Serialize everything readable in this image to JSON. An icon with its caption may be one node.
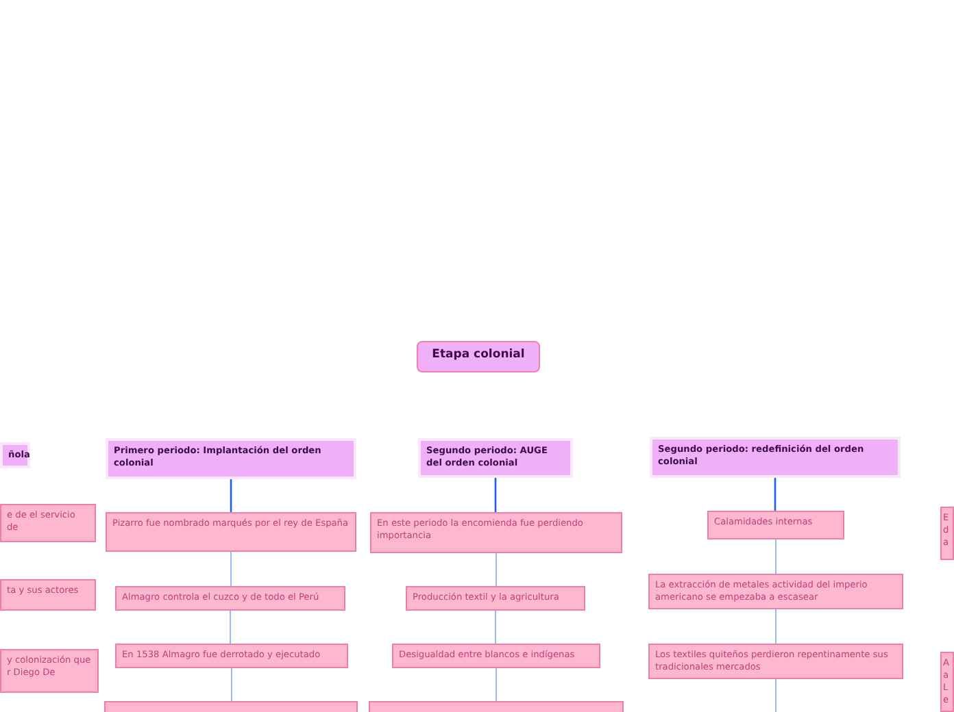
{
  "diagram": {
    "nodes": [
      {
        "text": [
          "Etapa colonial"
        ]
      },
      {
        "text": [
          "ñola"
        ]
      },
      {
        "text": [
          "e de el servicio de"
        ]
      },
      {
        "text": [
          "ta y sus actores"
        ]
      },
      {
        "text": [
          "y colonización que r Diego De"
        ]
      },
      {
        "text": [
          "Primero periodo: Implantación del orden colonial"
        ]
      },
      {
        "text": [
          "Pizarro fue nombrado marqués por el rey de España"
        ]
      },
      {
        "text": [
          "Almagro controla el cuzco y de todo el Perú"
        ]
      },
      {
        "text": [
          "En 1538 Almagro fue derrotado y ejecutado"
        ]
      },
      {
        "text": [],
        "shape": "box"
      },
      {
        "text": [
          "Segundo periodo: AUGE del orden colonial"
        ]
      },
      {
        "text": [
          "En este periodo la encomienda fue perdiendo importancia"
        ]
      },
      {
        "text": [
          "Producción textil y la agricultura"
        ]
      },
      {
        "text": [
          "Desigualdad entre blancos e indígenas"
        ]
      },
      {
        "text": [],
        "shape": "box"
      },
      {
        "text": [
          "Segundo periodo: redefinición del orden colonial"
        ]
      },
      {
        "text": [
          "Calamidades internas"
        ]
      },
      {
        "text": [
          "La extracción de metales actividad del imperio americano se empezaba a escasear"
        ]
      },
      {
        "text": [
          "Los textiles quiteños perdieron repentinamente sus tradicionales mercados"
        ]
      },
      {
        "text": [
          "E d a"
        ]
      },
      {
        "text": [
          "A a L e"
        ]
      }
    ],
    "edges": [
      {
        "from": 5,
        "to": 6,
        "arrow": "none",
        "color": "#1f5fe0"
      },
      {
        "from": 6,
        "to": 7,
        "arrow": "none"
      },
      {
        "from": 7,
        "to": 8,
        "arrow": "none"
      },
      {
        "from": 8,
        "to": 9,
        "arrow": "none"
      },
      {
        "from": 10,
        "to": 11,
        "arrow": "none",
        "color": "#1f5fe0"
      },
      {
        "from": 11,
        "to": 12,
        "arrow": "none"
      },
      {
        "from": 12,
        "to": 13,
        "arrow": "none"
      },
      {
        "from": 13,
        "to": 14,
        "arrow": "none"
      },
      {
        "from": 15,
        "to": 16,
        "arrow": "none",
        "color": "#1f5fe0"
      },
      {
        "from": 16,
        "to": 17,
        "arrow": "none"
      },
      {
        "from": 17,
        "to": 18,
        "arrow": "none"
      },
      {
        "from": 18,
        "to": null,
        "arrow": "none"
      }
    ]
  }
}
